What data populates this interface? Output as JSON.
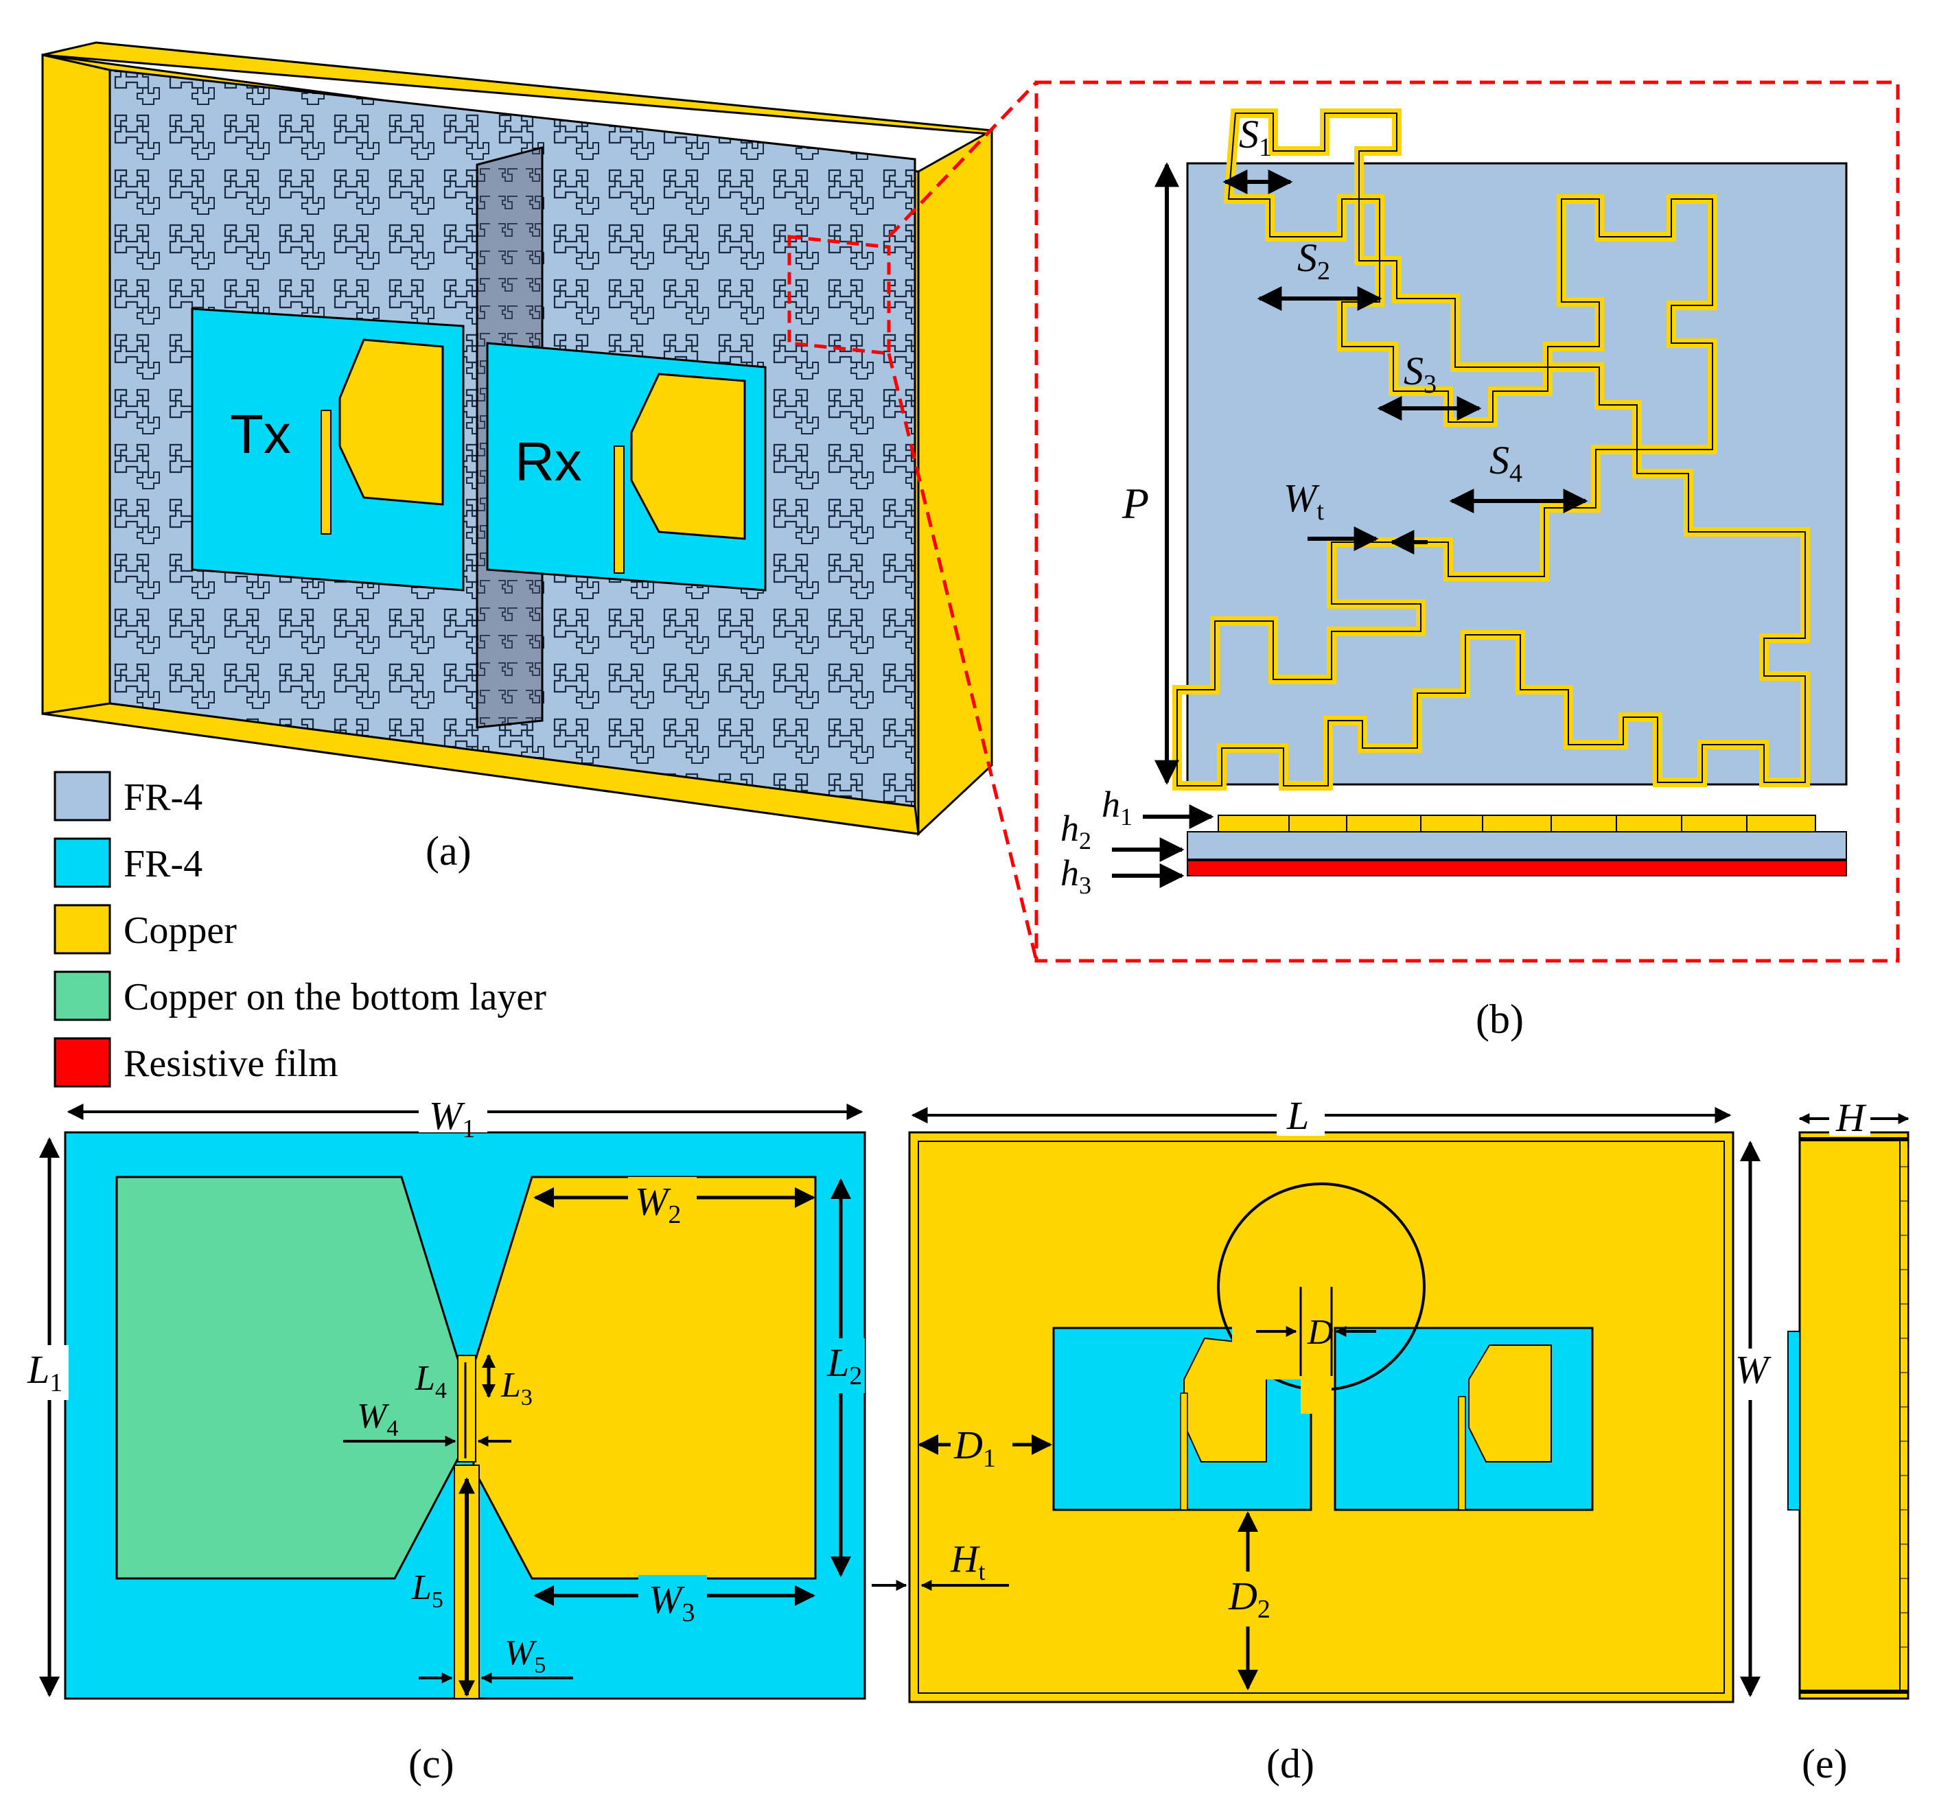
{
  "colors": {
    "fr4_dark": "#a8c4e0",
    "fr4_light": "#00d8f8",
    "copper": "#ffd500",
    "copper_bottom": "#5fd9a0",
    "resistive": "#ff0000",
    "leader_red": "#ff0000",
    "stroke": "#000000"
  },
  "legend": {
    "items": [
      {
        "label": "FR-4",
        "color": "#a8c4e0"
      },
      {
        "label": "FR-4",
        "color": "#00d8f8"
      },
      {
        "label": "Copper",
        "color": "#ffd500"
      },
      {
        "label": "Copper on the bottom layer",
        "color": "#5fd9a0"
      },
      {
        "label": "Resistive film",
        "color": "#ff0000"
      }
    ]
  },
  "panels": {
    "a": {
      "caption": "(a)",
      "tx_label": "Tx",
      "rx_label": "Rx"
    },
    "b": {
      "caption": "(b)",
      "labels": {
        "s1": "S",
        "s1_sub": "1",
        "s2": "S",
        "s2_sub": "2",
        "s3": "S",
        "s3_sub": "3",
        "s4": "S",
        "s4_sub": "4",
        "p": "P",
        "wt": "W",
        "wt_sub": "t",
        "h1": "h",
        "h1_sub": "1",
        "h2": "h",
        "h2_sub": "2",
        "h3": "h",
        "h3_sub": "3"
      }
    },
    "c": {
      "caption": "(c)",
      "labels": {
        "w1": "W",
        "w1_sub": "1",
        "w2": "W",
        "w2_sub": "2",
        "w3": "W",
        "w3_sub": "3",
        "w4": "W",
        "w4_sub": "4",
        "w5": "W",
        "w5_sub": "5",
        "l1": "L",
        "l1_sub": "1",
        "l2": "L",
        "l2_sub": "2",
        "l3": "L",
        "l3_sub": "3",
        "l4": "L",
        "l4_sub": "4",
        "l5": "L",
        "l5_sub": "5"
      }
    },
    "d": {
      "caption": "(d)",
      "labels": {
        "l": "L",
        "w": "W",
        "d": "D",
        "d1": "D",
        "d1_sub": "1",
        "d2": "D",
        "d2_sub": "2",
        "ht": "H",
        "ht_sub": "t"
      }
    },
    "e": {
      "caption": "(e)",
      "labels": {
        "h": "H"
      }
    }
  }
}
